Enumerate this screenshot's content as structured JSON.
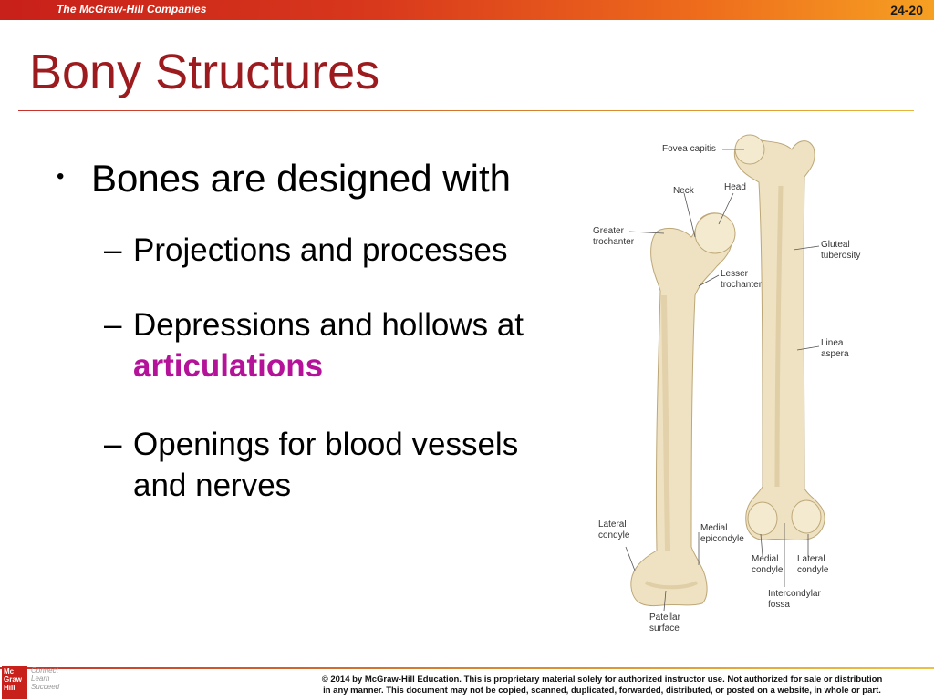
{
  "header": {
    "brand": "The McGraw-Hill Companies",
    "slide_number": "24-20"
  },
  "title": "Bony Structures",
  "bullets": {
    "main": "Bones are designed with",
    "sub": [
      {
        "text": "Projections and processes"
      },
      {
        "line1": "Depressions and hollows at",
        "highlight": "articulations"
      },
      {
        "line1": "Openings for blood vessels",
        "line2": "and nerves"
      }
    ]
  },
  "figure": {
    "labels": {
      "fovea_capitis": "Fovea capitis",
      "neck": "Neck",
      "head": "Head",
      "greater": "Greater",
      "trochanter": "trochanter",
      "gluteal": "Gluteal",
      "tuberosity": "tuberosity",
      "lesser": "Lesser",
      "lesser_trochanter": "trochanter",
      "linea": "Linea",
      "aspera": "aspera",
      "lateral": "Lateral",
      "condyle": "condyle",
      "medial": "Medial",
      "epicondyle": "epicondyle",
      "medial2": "Medial",
      "condyle2": "condyle",
      "lateral2": "Lateral",
      "condyle3": "condyle",
      "intercondylar": "Intercondylar",
      "fossa": "fossa",
      "patellar": "Patellar",
      "surface": "surface"
    }
  },
  "footer": {
    "logo_lines": [
      "Mc",
      "Graw",
      "Hill"
    ],
    "tagline": [
      "Connect",
      "Learn",
      "Succeed"
    ],
    "copyright_line1": "© 2014 by McGraw-Hill Education.  This is proprietary material solely for authorized instructor use. Not authorized for sale or distribution",
    "copyright_line2": "in any manner.  This document may not be copied, scanned, duplicated, forwarded, distributed, or posted on a website, in whole or part."
  },
  "colors": {
    "title": "#9c1b1e",
    "highlight": "#b5129a",
    "bone": "#efe2c2",
    "bone_shadow": "#d9c69a"
  }
}
